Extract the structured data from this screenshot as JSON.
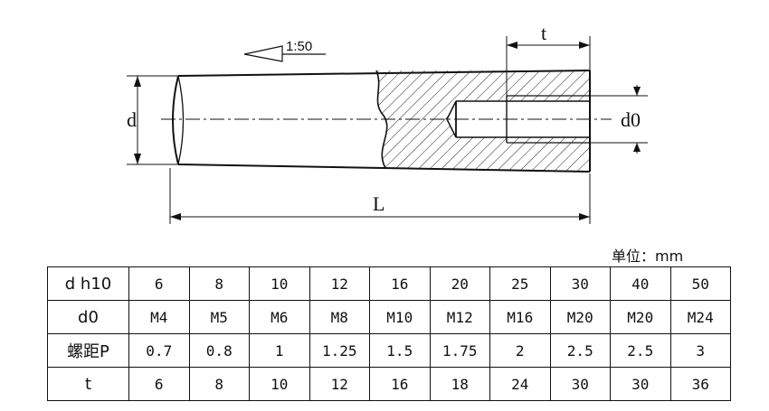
{
  "drawing": {
    "taper_label": "1:50",
    "label_d": "d",
    "label_d0": "d0",
    "label_t": "t",
    "label_L": "L"
  },
  "unit_label": "单位：mm",
  "table": {
    "rows": [
      {
        "head": "d h10",
        "cells": [
          "6",
          "8",
          "10",
          "12",
          "16",
          "20",
          "25",
          "30",
          "40",
          "50"
        ]
      },
      {
        "head": "d0",
        "cells": [
          "M4",
          "M5",
          "M6",
          "M8",
          "M10",
          "M12",
          "M16",
          "M20",
          "M20",
          "M24"
        ]
      },
      {
        "head": "螺距P",
        "cells": [
          "0.7",
          "0.8",
          "1",
          "1.25",
          "1.5",
          "1.75",
          "2",
          "2.5",
          "2.5",
          "3"
        ]
      },
      {
        "head": "t",
        "cells": [
          "6",
          "8",
          "10",
          "12",
          "16",
          "18",
          "24",
          "30",
          "30",
          "36"
        ]
      }
    ]
  }
}
